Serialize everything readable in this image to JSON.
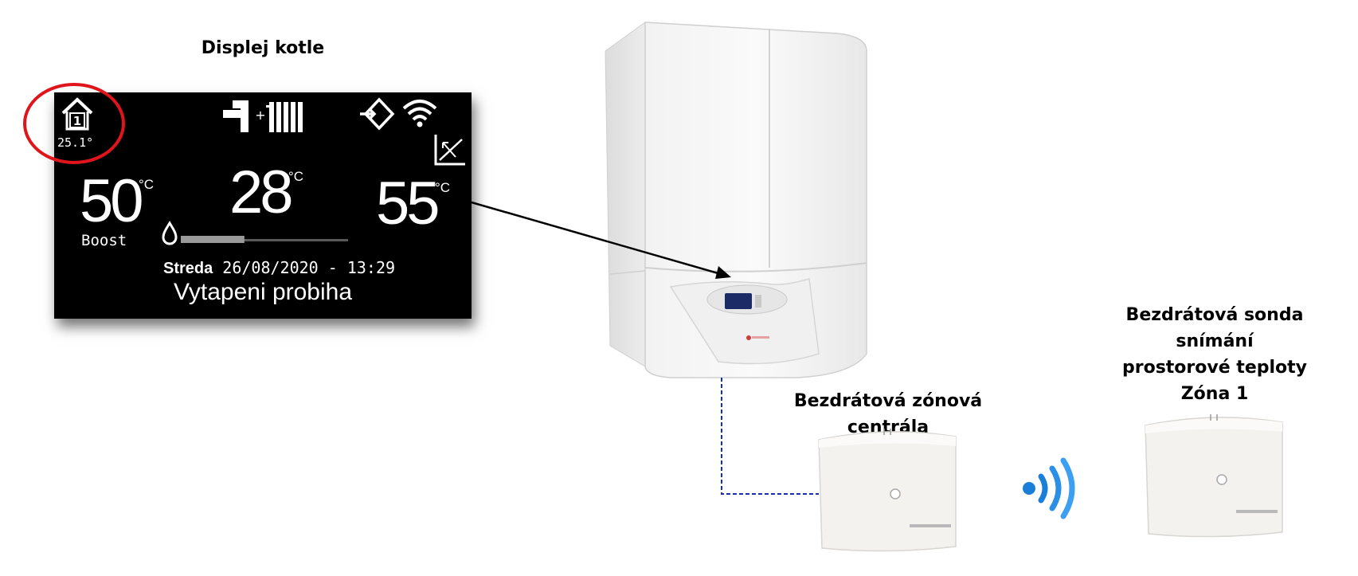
{
  "labels": {
    "display": "Displej kotle",
    "central": "Bezdrátová zónová centrála",
    "probe": [
      "Bezdrátová sonda snímání",
      "prostorové teploty",
      "Zóna 1"
    ]
  },
  "display": {
    "zone_number": "1",
    "room_temp": "25.1°",
    "dhw_temp": "50",
    "dhw_unit": "°C",
    "boost": "Boost",
    "room_setpoint": "28",
    "room_setpoint_unit": "°C",
    "flow_temp": "55",
    "flow_unit": "°C",
    "date_day": "Streda",
    "date_time": "26/08/2020 - 13:29",
    "status": "Vytapeni probiha",
    "flame_level_fraction": 0.38,
    "icons": [
      "house-zone-icon",
      "tap-icon",
      "radiator-icon",
      "diamond-arrow-icon",
      "wifi-icon",
      "heating-curve-icon",
      "water-drop-icon"
    ]
  },
  "colors": {
    "highlight_ring": "#e0141b",
    "dashed_link": "#1a2eb0",
    "wireless_blue": "#1b7fd8",
    "device_body": "#f4f2ef"
  }
}
